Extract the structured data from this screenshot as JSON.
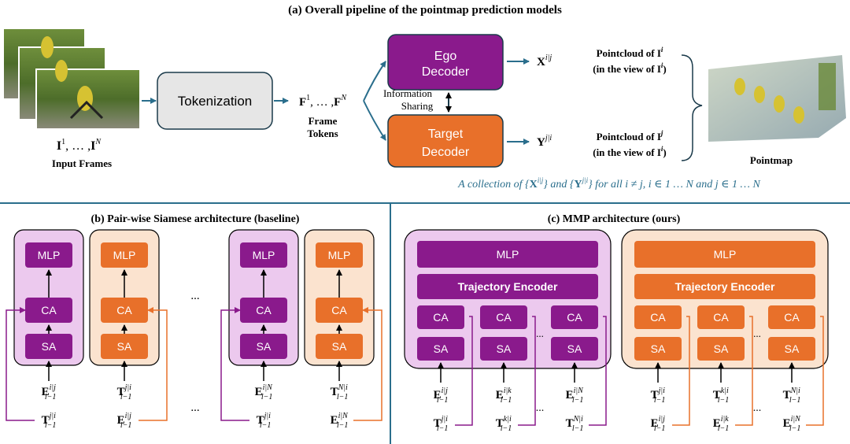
{
  "titles": {
    "a": "(a) Overall pipeline of the pointmap prediction models",
    "b": "(b) Pair-wise Siamese architecture (baseline)",
    "c": "(c) MMP architecture (ours)"
  },
  "pipeline": {
    "input_frames_sym": "I",
    "input_frames_sup_first": "1",
    "input_frames_sup_last": "N",
    "input_frames_sep": ", … ,",
    "input_frames_label": "Input Frames",
    "tokenization": "Tokenization",
    "frame_tokens_sym": "F",
    "frame_tokens_sup_first": "1",
    "frame_tokens_sup_last": "N",
    "frame_tokens_sep": ", … ,",
    "frame_tokens_label_1": "Frame",
    "frame_tokens_label_2": "Tokens",
    "ego_decoder_1": "Ego",
    "ego_decoder_2": "Decoder",
    "target_decoder_1": "Target",
    "target_decoder_2": "Decoder",
    "info_sharing_1": "Information",
    "info_sharing_2": "Sharing",
    "x_out_sym": "X",
    "x_out_sup": "i|j",
    "y_out_sym": "Y",
    "y_out_sup": "j|i",
    "pc1_line1": "Pointcloud of ",
    "pc1_sym": "I",
    "pc1_sup": "i",
    "pc1_line2": "(in the view of ",
    "pc1_line2_sup": "i",
    "pc2_line1": "Pointcloud of ",
    "pc2_sym": "I",
    "pc2_sup": "j",
    "pc2_line2": "(in the view of ",
    "pc2_line2_sup": "i",
    "pointmap_label": "Pointmap",
    "collection_caption": "A collection of {X^{i|j}} and {Y^{j|i}} for all i ≠ j, i ∈ 1 … N and j ∈ 1 … N"
  },
  "blocks": {
    "mlp": "MLP",
    "ca": "CA",
    "sa": "SA",
    "trajectory_encoder": "Trajectory Encoder",
    "ellipsis": "..."
  },
  "inputs_b": [
    {
      "top_sym": "E",
      "top_sup": "i|j",
      "top_sub": "l−1",
      "bot_sym": "T",
      "bot_sup": "j|i",
      "bot_sub": "l−1"
    },
    {
      "top_sym": "T",
      "top_sup": "j|i",
      "top_sub": "l−1",
      "bot_sym": "E",
      "bot_sup": "i|j",
      "bot_sub": "l−1"
    },
    {
      "top_sym": "E",
      "top_sup": "i|N",
      "top_sub": "l−1",
      "bot_sym": "T",
      "bot_sup": "j|i",
      "bot_sub": "l−1"
    },
    {
      "top_sym": "T",
      "top_sup": "N|i",
      "top_sub": "l−1",
      "bot_sym": "E",
      "bot_sup": "i|N",
      "bot_sub": "l−1"
    }
  ],
  "inputs_c": [
    {
      "top_sym": "E",
      "top_sup": "i|j",
      "top_sub": "l−1",
      "bot_sym": "T",
      "bot_sup": "j|i",
      "bot_sub": "l−1"
    },
    {
      "top_sym": "E",
      "top_sup": "i|k",
      "top_sub": "l−1",
      "bot_sym": "T",
      "bot_sup": "k|i",
      "bot_sub": "l−1"
    },
    {
      "top_sym": "E",
      "top_sup": "i|N",
      "top_sub": "l−1",
      "bot_sym": "T",
      "bot_sup": "N|i",
      "bot_sub": "l−1"
    },
    {
      "top_sym": "T",
      "top_sup": "j|i",
      "top_sub": "l−1",
      "bot_sym": "E",
      "bot_sup": "i|j",
      "bot_sub": "l−1"
    },
    {
      "top_sym": "T",
      "top_sup": "k|i",
      "top_sub": "l−1",
      "bot_sym": "E",
      "bot_sup": "i|k",
      "bot_sub": "l−1"
    },
    {
      "top_sym": "T",
      "top_sup": "N|i",
      "top_sub": "l−1",
      "bot_sym": "E",
      "bot_sup": "i|N",
      "bot_sub": "l−1"
    }
  ],
  "colors": {
    "purple_fill": "#8a1a8c",
    "purple_bg": "#ecc9ee",
    "orange_fill": "#e8702a",
    "orange_bg": "#fbe3cf",
    "gray_box": "#e6e6e6",
    "teal": "#2a6e8c",
    "caption_blue": "#2a6e8c"
  }
}
